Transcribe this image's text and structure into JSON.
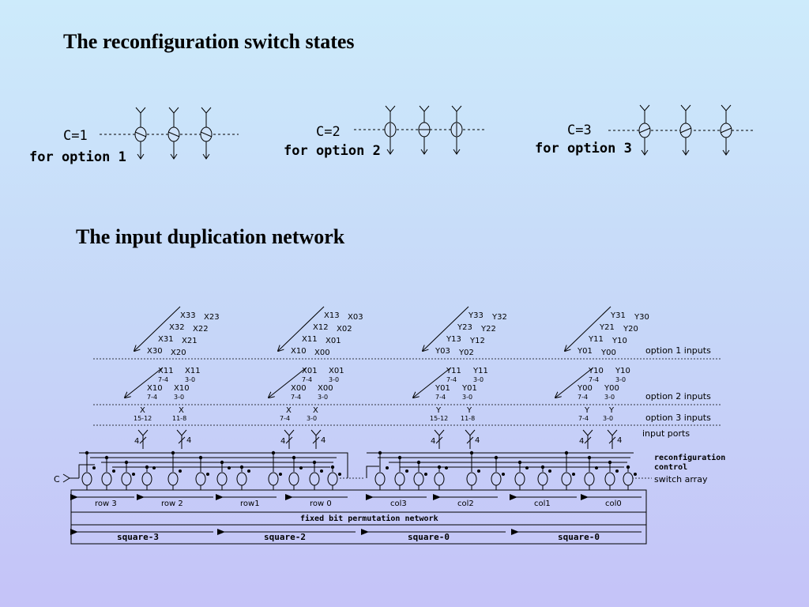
{
  "titles": {
    "switch_states": "The reconfiguration switch states",
    "duplication": "The input duplication network"
  },
  "switch_states": [
    {
      "c_label": "C=1",
      "option_label": "for option 1"
    },
    {
      "c_label": "C=2",
      "option_label": "for option 2"
    },
    {
      "c_label": "C=3",
      "option_label": "for option 3"
    }
  ],
  "network": {
    "c_input": "C",
    "option1_label": "option 1  inputs",
    "option2_label": "option 2  inputs",
    "option3_label": "option 3  inputs",
    "input_ports_label": "input ports",
    "recon_label_1": "reconfiguration",
    "recon_label_2": "control",
    "switch_array_label": "switch array",
    "fixed_label": "fixed bit permutation network",
    "port_width": "4",
    "groups": [
      {
        "opt1": [
          [
            "X33",
            "X23"
          ],
          [
            "X32",
            "X22"
          ],
          [
            "X31",
            "X21"
          ],
          [
            "X30",
            "X20"
          ]
        ],
        "opt2": [
          [
            "X11",
            "X11"
          ],
          [
            "7-4",
            "3-0"
          ],
          [
            "X10",
            "X10"
          ],
          [
            "7-4",
            "3-0"
          ]
        ],
        "opt3": [
          [
            "X",
            "X"
          ],
          [
            "15-12",
            "11-8"
          ]
        ]
      },
      {
        "opt1": [
          [
            "X13",
            "X03"
          ],
          [
            "X12",
            "X02"
          ],
          [
            "X11",
            "X01"
          ],
          [
            "X10",
            "X00"
          ]
        ],
        "opt2": [
          [
            "X01",
            "X01"
          ],
          [
            "7-4",
            "3-0"
          ],
          [
            "X00",
            "X00"
          ],
          [
            "7-4",
            "3-0"
          ]
        ],
        "opt3": [
          [
            "X",
            "X"
          ],
          [
            "7-4",
            "3-0"
          ]
        ]
      },
      {
        "opt1": [
          [
            "Y33",
            "Y32"
          ],
          [
            "Y23",
            "Y22"
          ],
          [
            "Y13",
            "Y12"
          ],
          [
            "Y03",
            "Y02"
          ]
        ],
        "opt2": [
          [
            "Y11",
            "Y11"
          ],
          [
            "7-4",
            "3-0"
          ],
          [
            "Y01",
            "Y01"
          ],
          [
            "7-4",
            "3-0"
          ]
        ],
        "opt3": [
          [
            "Y",
            "Y"
          ],
          [
            "15-12",
            "11-8"
          ]
        ]
      },
      {
        "opt1": [
          [
            "Y31",
            "Y30"
          ],
          [
            "Y21",
            "Y20"
          ],
          [
            "Y11",
            "Y10"
          ],
          [
            "Y01",
            "Y00"
          ]
        ],
        "opt2": [
          [
            "Y10",
            "Y10"
          ],
          [
            "7-4",
            "3-0"
          ],
          [
            "Y00",
            "Y00"
          ],
          [
            "7-4",
            "3-0"
          ]
        ],
        "opt3": [
          [
            "Y",
            "Y"
          ],
          [
            "7-4",
            "3-0"
          ]
        ]
      }
    ],
    "row_col_labels": [
      "row 3",
      "row 2",
      "row1",
      "row 0",
      "col3",
      "col2",
      "col1",
      "col0"
    ],
    "square_labels": [
      "square-3",
      "square-2",
      "square-0",
      "square-0"
    ]
  }
}
